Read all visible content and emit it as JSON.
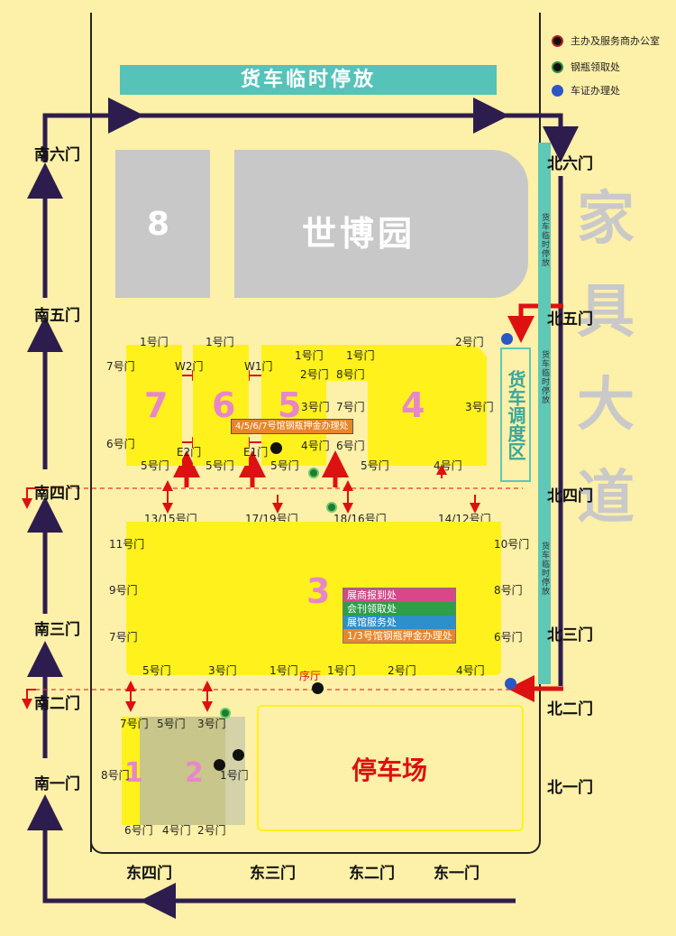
{
  "banner": "货车临时停放",
  "legend": [
    {
      "label": "主办及服务商办公室",
      "icon": "office-icon",
      "color": "#b22222"
    },
    {
      "label": "钢瓶领取处",
      "icon": "cylinder-icon",
      "color": "#2e8b3d"
    },
    {
      "label": "车证办理处",
      "icon": "truck-pass-icon",
      "color": "#2a56c6"
    }
  ],
  "gates_south": [
    "南六门",
    "南五门",
    "南四门",
    "南三门",
    "南二门",
    "南一门"
  ],
  "gates_north": [
    "北六门",
    "北五门",
    "北四门",
    "北三门",
    "北二门",
    "北一门"
  ],
  "gates_east": [
    "东四门",
    "东三门",
    "东二门",
    "东一门"
  ],
  "buildings": {
    "shibo_label": "世博园",
    "hall8_label": "8"
  },
  "road": {
    "big_label": "家具大道",
    "chars": [
      "家",
      "具",
      "大",
      "道"
    ]
  },
  "truck_dispatch": "货车调度区",
  "truck_temp_vertical": "货车临时停放",
  "halls": {
    "h7": "7",
    "h6": "6",
    "h5": "5",
    "h4": "4",
    "h3": "3",
    "h1": "1",
    "h2": "2"
  },
  "upper_doors": {
    "d1a": "1号门",
    "d1b": "1号门",
    "d1c": "1号门",
    "d1d": "1号门",
    "d2": "2号门",
    "w2": "W2门",
    "w1": "W1门",
    "d2b": "2号门",
    "d8": "8号门",
    "d7a": "7号门",
    "d6a": "6号门",
    "d3a": "3号门",
    "d7b": "7号门",
    "d3b": "3号门",
    "e2": "E2门",
    "e1": "E1门",
    "d4": "4号门",
    "d6b": "6号门",
    "d5a": "5号门",
    "d5b": "5号门",
    "d5c": "5号门",
    "d5d": "5号门",
    "d4b": "4号门"
  },
  "mid_doors": {
    "a": "13/15号门",
    "b": "17/19号门",
    "c": "18/16号门",
    "d": "14/12号门"
  },
  "hall3_doors": {
    "d11": "11号门",
    "d10": "10号门",
    "d9": "9号门",
    "d8": "8号门",
    "d7": "7号门",
    "d6": "6号门",
    "d5": "5号门",
    "d3": "3号门",
    "d1a": "1号门",
    "d1b": "1号门",
    "d2": "2号门",
    "d4": "4号门"
  },
  "info_box": [
    "展商报到处",
    "会刊领取处",
    "展馆服务处",
    "1/3号馆钢瓶押金办理处"
  ],
  "info_box_upper": "4/5/6/7号馆钢瓶押金办理处",
  "lobby": "序厅",
  "lower_doors": {
    "d7": "7号门",
    "d5": "5号门",
    "d3": "3号门",
    "d8": "8号门",
    "d1": "1号门",
    "d6": "6号门",
    "d4": "4号门",
    "d2": "2号门"
  },
  "parking": "停车场"
}
